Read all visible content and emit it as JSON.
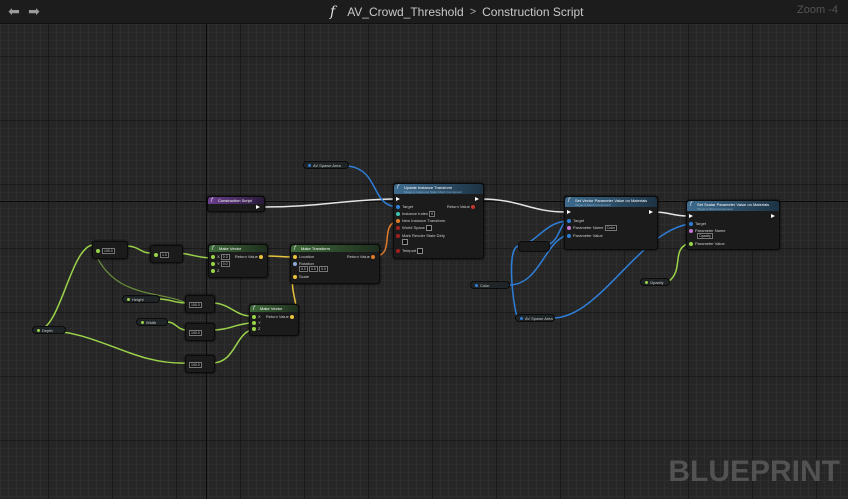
{
  "toolbar": {
    "back_icon": "back-arrow-icon",
    "forward_icon": "forward-arrow-icon"
  },
  "breadcrumb": {
    "function_icon": "f",
    "blueprint": "AV_Crowd_Threshold",
    "separator": ">",
    "graph": "Construction Script"
  },
  "zoom_label": "Zoom -4",
  "watermark": "BLUEPRINT",
  "nodes": {
    "construction_script": {
      "title": "Construction Script"
    },
    "update_instance_transform": {
      "title": "Update Instance Transform",
      "subtitle": "Target is Instanced Static Mesh Component",
      "pins": {
        "target": "Target",
        "instance_index": "Instance Index",
        "instance_index_val": "0",
        "new_instance_transform": "New Instance Transform",
        "world_space": "World Space",
        "mark_render_state_dirty": "Mark Render State Dirty",
        "teleport": "Teleport",
        "return_value": "Return Value"
      }
    },
    "set_vector_param": {
      "title": "Set Vector Parameter Value on Materials",
      "subtitle": "Target is Mesh Component",
      "pins": {
        "target": "Target",
        "parameter_name": "Parameter Name",
        "parameter_name_val": "Color",
        "parameter_value": "Parameter Value"
      }
    },
    "set_scalar_param": {
      "title": "Set Scalar Parameter Value on Materials",
      "subtitle": "Target is Mesh Component",
      "pins": {
        "target": "Target",
        "parameter_name": "Parameter Name",
        "parameter_name_val": "Opacity",
        "parameter_value": "Parameter Value"
      }
    },
    "make_vector_1": {
      "title": "Make Vector",
      "pins": {
        "x": "X",
        "y": "Y",
        "z": "Z",
        "x_val": "0.0",
        "y_val": "0.0",
        "return_value": "Return Value"
      }
    },
    "make_transform": {
      "title": "Make Transform",
      "pins": {
        "location": "Location",
        "rotation": "Rotation",
        "rot_x": "0.0",
        "rot_y": "0.0",
        "rot_z": "0.0",
        "scale": "Scale",
        "return_value": "Return Value"
      }
    },
    "make_vector_2": {
      "title": "Make Vector",
      "pins": {
        "x": "X",
        "y": "Y",
        "z": "Z",
        "return_value": "Return Value"
      }
    },
    "divide_1": {
      "val": "100.0"
    },
    "divide_2": {
      "val": "1.0"
    },
    "mult_1": {
      "val": "100.0"
    },
    "mult_2": {
      "val": "100.0"
    },
    "mult_3": {
      "val": "100.0"
    }
  },
  "variables": {
    "av_spawn_area_top": "AV Spawn Area",
    "av_spawn_area_bottom": "AV Spawn Area",
    "color": "Color",
    "opacity": "Opacity",
    "height": "Height",
    "width": "Width",
    "depth": "Depth"
  },
  "colors": {
    "exec": "#ffffff",
    "object": "#2f7ed8",
    "float": "#9bd44a",
    "vector": "#e8c33c",
    "transform": "#e07b2a",
    "struct": "#2f7ed8"
  }
}
